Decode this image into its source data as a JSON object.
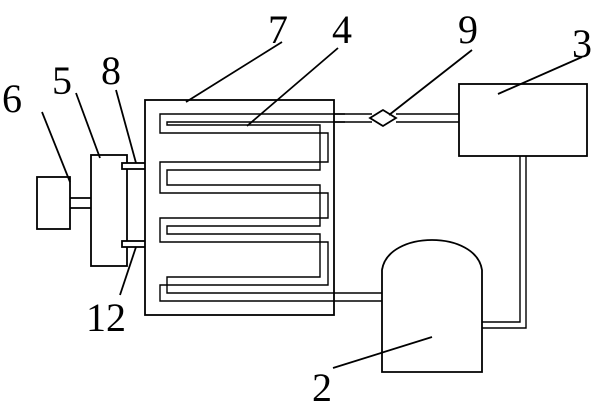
{
  "labels": {
    "n2": "2",
    "n3": "3",
    "n4": "4",
    "n5": "5",
    "n6": "6",
    "n7": "7",
    "n8": "8",
    "n9": "9",
    "n12": "12"
  }
}
